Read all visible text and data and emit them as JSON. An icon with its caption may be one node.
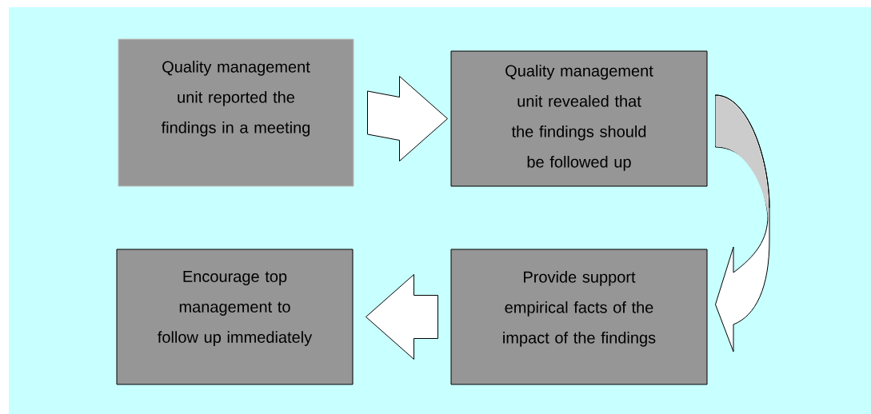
{
  "diagram": {
    "nodes": [
      {
        "text": [
          "Quality management unit reported the findings in a meeting"
        ]
      },
      {
        "text": [
          "Quality management unit revealed that the findings should be followed up"
        ]
      },
      {
        "text": [
          "Provide support empirical facts of the impact of the findings"
        ]
      },
      {
        "text": [
          "Encourage top management to follow up immediately"
        ]
      }
    ],
    "edges": [
      {
        "from": 0,
        "to": 1,
        "arrow": "to"
      },
      {
        "from": 1,
        "to": 2,
        "arrow": "to"
      },
      {
        "from": 2,
        "to": 3,
        "arrow": "to"
      }
    ]
  }
}
